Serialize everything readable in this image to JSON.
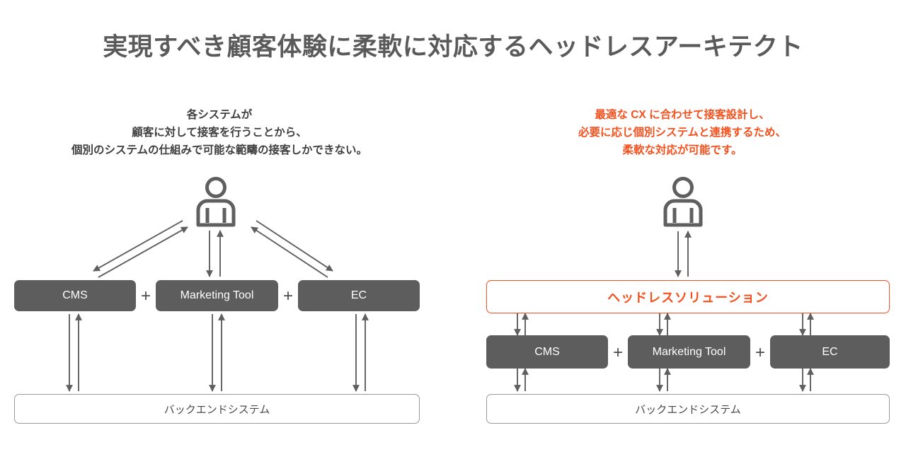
{
  "page": {
    "title": "実現すべき顧客体験に柔軟に対応するヘッドレスアーキテクト",
    "background": "#ffffff",
    "title_color": "#5a5a5a"
  },
  "colors": {
    "accent_orange": "#f4511e",
    "box_gray": "#5d5d5d",
    "arrow_gray": "#5f5f5f",
    "outline_gray": "#9a9a9a",
    "text_dark": "#3f3f3f",
    "box_label": "#ffffff"
  },
  "left_panel": {
    "caption": {
      "color": "#3f3f3f",
      "lines": [
        "各システムが",
        "顧客に対して接客を行うことから、",
        "個別のシステムの仕組みで可能な範疇の接客しかできない。"
      ]
    },
    "person_icon": "person-icon",
    "systems": [
      {
        "label": "CMS"
      },
      {
        "label": "Marketing Tool"
      },
      {
        "label": "EC"
      }
    ],
    "separators": [
      "+",
      "+"
    ],
    "backend": {
      "label": "バックエンドシステム"
    }
  },
  "right_panel": {
    "caption": {
      "color": "#f4511e",
      "lines": [
        "最適な CX に合わせて接客設計し、",
        "必要に応じ個別システムと連携するため、",
        "柔軟な対応が可能です。"
      ]
    },
    "person_icon": "person-icon",
    "headless": {
      "label": "ヘッドレスソリューション",
      "color": "#f4511e"
    },
    "systems": [
      {
        "label": "CMS"
      },
      {
        "label": "Marketing Tool"
      },
      {
        "label": "EC"
      }
    ],
    "separators": [
      "+",
      "+"
    ],
    "backend": {
      "label": "バックエンドシステム"
    }
  }
}
